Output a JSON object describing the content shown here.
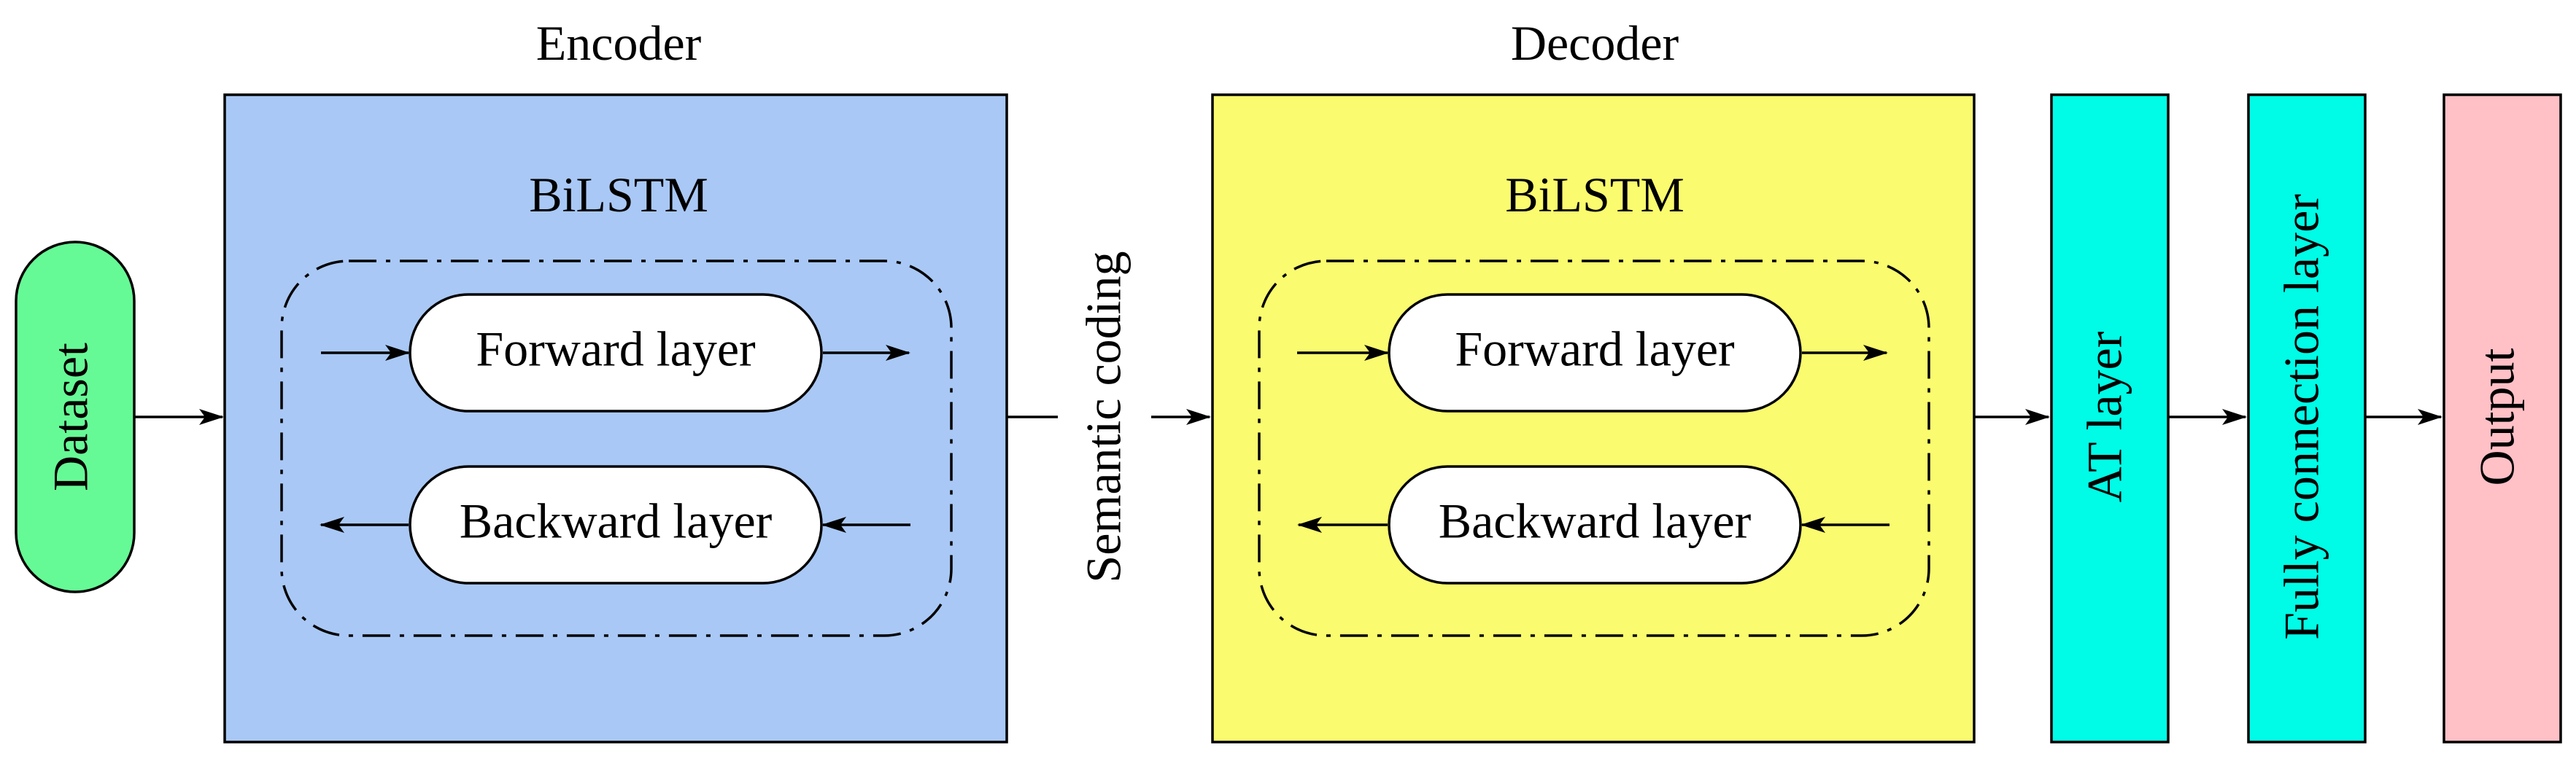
{
  "dataset": {
    "label": "Dataset",
    "color": "#66FA96"
  },
  "encoder": {
    "title": "Encoder",
    "block_label": "BiLSTM",
    "color": "#A9C8F5",
    "forward_label": "Forward layer",
    "backward_label": "Backward layer"
  },
  "semantic_coding": {
    "label": "Semantic coding"
  },
  "decoder": {
    "title": "Decoder",
    "block_label": "BiLSTM",
    "color": "#FBFB6F",
    "forward_label": "Forward layer",
    "backward_label": "Backward layer"
  },
  "at_layer": {
    "label": "AT layer",
    "color": "#00FCE6"
  },
  "fully_connection_layer": {
    "label": "Fully connection layer",
    "color": "#00FCE6"
  },
  "output": {
    "label": "Output",
    "color": "#FFC0C6"
  }
}
